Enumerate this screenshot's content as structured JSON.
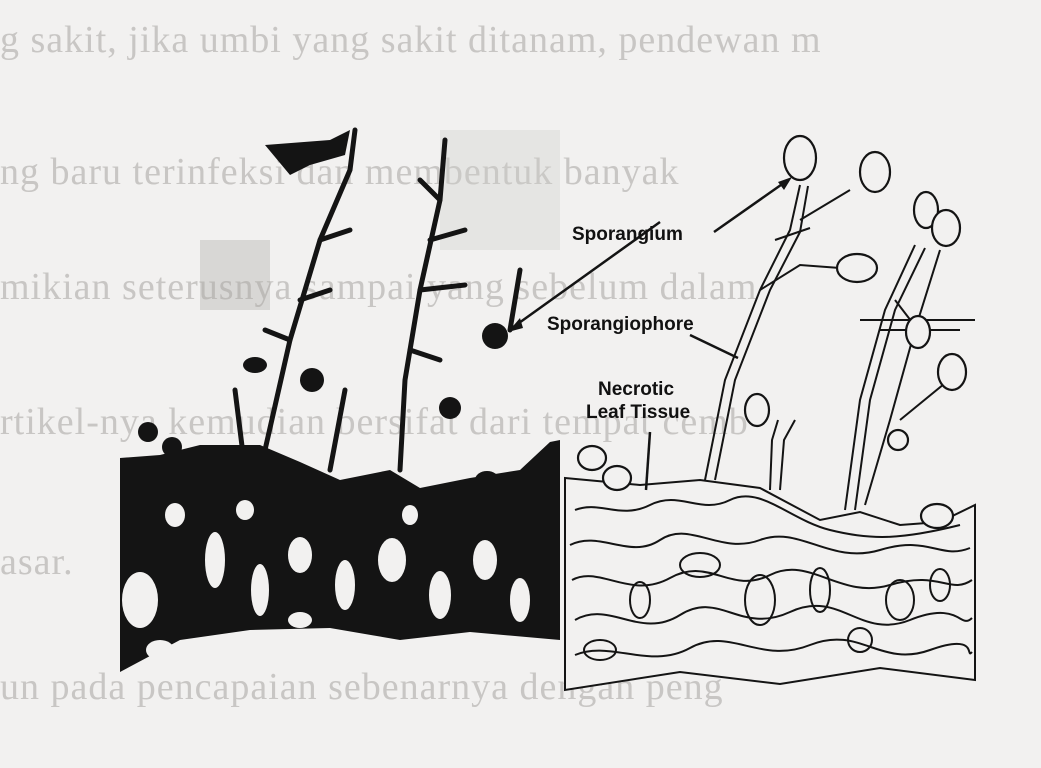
{
  "diagram": {
    "labels": {
      "sporangium": "Sporangium",
      "sporangiophore": "Sporangiophore",
      "necrotic_line1": "Necrotic",
      "necrotic_line2": "Leaf Tissue"
    },
    "background_text_lines": [
      "g sakit, jika umbi yang sakit ditanam, pendewan m",
      "ng baru terinfeksi dan membentuk banyak",
      "mikian seterusnya sampai yang sebelum dalam",
      "rtikel-nya kemudian bersifat dari tempat cemb",
      "asar.",
      "un pada pencapaian sebenarnya dengan peng"
    ],
    "colors": {
      "ink": "#111111",
      "paper": "#f2f1f0",
      "faded_text": "#c8c6c4"
    }
  }
}
